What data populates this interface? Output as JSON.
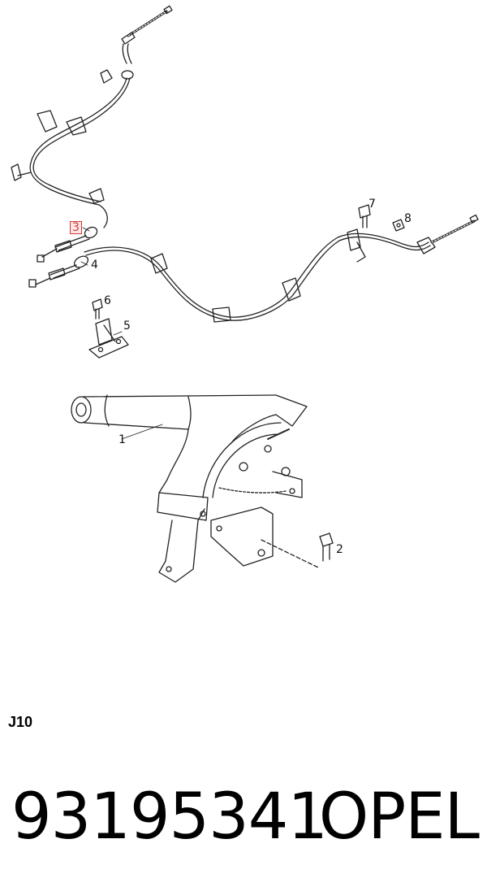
{
  "diagram": {
    "callouts": [
      {
        "id": "1",
        "label": "1",
        "highlight": false
      },
      {
        "id": "2",
        "label": "2",
        "highlight": false
      },
      {
        "id": "3",
        "label": "3",
        "highlight": true
      },
      {
        "id": "4",
        "label": "4",
        "highlight": false
      },
      {
        "id": "5",
        "label": "5",
        "highlight": false
      },
      {
        "id": "6",
        "label": "6",
        "highlight": false
      },
      {
        "id": "7",
        "label": "7",
        "highlight": false
      },
      {
        "id": "8",
        "label": "8",
        "highlight": false
      }
    ],
    "highlight_color": "#d23a3a",
    "line_color": "#222222"
  },
  "section_code": "J10",
  "footer": {
    "part_number": "93195341",
    "brand": "OPEL"
  }
}
